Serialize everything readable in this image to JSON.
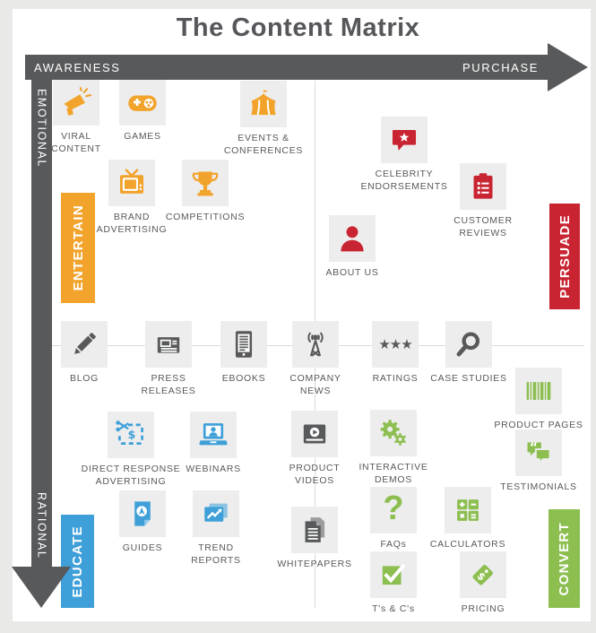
{
  "title": "The Content Matrix",
  "axes": {
    "horizontal": {
      "start_label": "AWARENESS",
      "end_label": "PURCHASE"
    },
    "vertical": {
      "start_label": "EMOTIONAL",
      "end_label": "RATIONAL"
    }
  },
  "quadrant_labels": {
    "entertain": "ENTERTAIN",
    "persuade": "PERSUADE",
    "educate": "EDUCATE",
    "convert": "CONVERT"
  },
  "colors": {
    "orange": "#F2A32B",
    "red": "#C92432",
    "blue": "#3FA0D9",
    "green": "#8CBE50",
    "dark_gray": "#58595B",
    "tile_bg": "#EDEDED",
    "divider_line": "#D9DAD8",
    "frame_bg": "#E9E9E7"
  },
  "tiles": [
    {
      "label": "VIRAL\nCONTENT",
      "icon": "megaphone-icon",
      "group": "entertain"
    },
    {
      "label": "GAMES",
      "icon": "gamepad-icon",
      "group": "entertain"
    },
    {
      "label": "EVENTS &\nCONFERENCES",
      "icon": "circus-tent-icon",
      "group": "entertain"
    },
    {
      "label": "BRAND\nADVERTISING",
      "icon": "tv-antenna-icon",
      "group": "entertain"
    },
    {
      "label": "COMPETITIONS",
      "icon": "trophy-icon",
      "group": "entertain"
    },
    {
      "label": "CELEBRITY\nENDORSEMENTS",
      "icon": "star-speech-bubble-icon",
      "group": "persuade"
    },
    {
      "label": "CUSTOMER\nREVIEWS",
      "icon": "clipboard-checklist-icon",
      "group": "persuade"
    },
    {
      "label": "ABOUT US",
      "icon": "person-icon",
      "group": "persuade"
    },
    {
      "label": "BLOG",
      "icon": "pencil-icon",
      "group": "neutral"
    },
    {
      "label": "PRESS\nRELEASES",
      "icon": "newspaper-icon",
      "group": "neutral"
    },
    {
      "label": "EBOOKS",
      "icon": "ereader-icon",
      "group": "neutral"
    },
    {
      "label": "COMPANY\nNEWS",
      "icon": "broadcast-antenna-icon",
      "group": "neutral"
    },
    {
      "label": "RATINGS",
      "icon": "three-stars-icon",
      "group": "neutral",
      "glyph": "★★★"
    },
    {
      "label": "CASE STUDIES",
      "icon": "magnifier-icon",
      "group": "neutral"
    },
    {
      "label": "PRODUCT PAGES",
      "icon": "barcode-icon",
      "group": "convert"
    },
    {
      "label": "DIRECT RESPONSE\nADVERTISING",
      "icon": "scissors-coupon-icon",
      "group": "educate"
    },
    {
      "label": "WEBINARS",
      "icon": "laptop-presenter-icon",
      "group": "educate"
    },
    {
      "label": "GUIDES",
      "icon": "map-guide-icon",
      "group": "educate"
    },
    {
      "label": "TREND\nREPORTS",
      "icon": "trend-chart-icon",
      "group": "educate"
    },
    {
      "label": "PRODUCT\nVIDEOS",
      "icon": "video-player-icon",
      "group": "neutral"
    },
    {
      "label": "WHITEPAPERS",
      "icon": "stacked-documents-icon",
      "group": "neutral"
    },
    {
      "label": "INTERACTIVE\nDEMOS",
      "icon": "gears-icon",
      "group": "convert"
    },
    {
      "label": "TESTIMONIALS",
      "icon": "quote-bubbles-icon",
      "group": "convert"
    },
    {
      "label": "FAQs",
      "icon": "question-mark-icon",
      "group": "convert",
      "glyph": "?"
    },
    {
      "label": "CALCULATORS",
      "icon": "calculator-icon",
      "group": "convert"
    },
    {
      "label": "T's & C's",
      "icon": "checkmark-icon",
      "group": "convert"
    },
    {
      "label": "PRICING",
      "icon": "price-tag-icon",
      "group": "convert"
    }
  ]
}
